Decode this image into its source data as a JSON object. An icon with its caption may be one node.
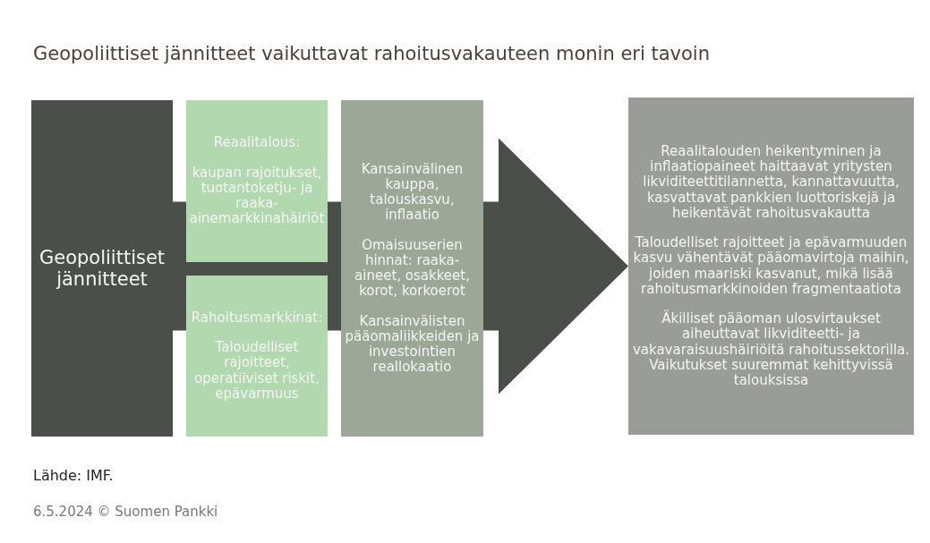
{
  "diagram": {
    "title": "Geopoliittiset jännitteet vaikuttavat rahoitusvakauteen monin eri tavoin",
    "nodes": [
      {
        "text": [
          "Geopoliittiset jännitteet"
        ]
      },
      {
        "text": [
          "Reaalitalous:",
          "kaupan rajoitukset, tuotantoketju- ja raaka-ainemarkkinahäiriöt"
        ]
      },
      {
        "text": [
          "Rahoitusmarkkinat:",
          "Taloudelliset rajoitteet, operatiiviset riskit, epävarmuus"
        ]
      },
      {
        "text": [
          "Kansainvälinen kauppa, talouskasvu, inflaatio",
          "Omaisuuserien hinnat: raaka-aineet, osakkeet, korot, korkoerot",
          "Kansainvälisten pääomaliikkeiden ja investointien reallokaatio"
        ]
      },
      {
        "text": [
          "Reaalitalouden heikentyminen ja inflaatiopaineet haittaavat yritysten likviditeettitilannetta, kannattavuutta, kasvattavat pankkien luottoriskejä ja heikentävät rahoitusvakautta",
          "Taloudelliset rajoitteet ja epävarmuuden kasvu vähentävät pääomavirtoja maihin, joiden maariski kasvanut, mikä lisää rahoitusmarkkinoiden fragmentaatiota",
          "Äkilliset pääoman ulosvirtaukset aiheuttavat likviditeetti- ja vakavaraisuushäiriöitä rahoitussektorilla. Vaikutukset suuremmat kehittyvissä talouksissa"
        ]
      }
    ],
    "edges": [
      {
        "from": 0,
        "to": 4,
        "arrow": "to",
        "style": "thick"
      }
    ],
    "labels": [
      "Lähde: IMF.",
      "6.5.2024 © Suomen Pankki"
    ]
  }
}
